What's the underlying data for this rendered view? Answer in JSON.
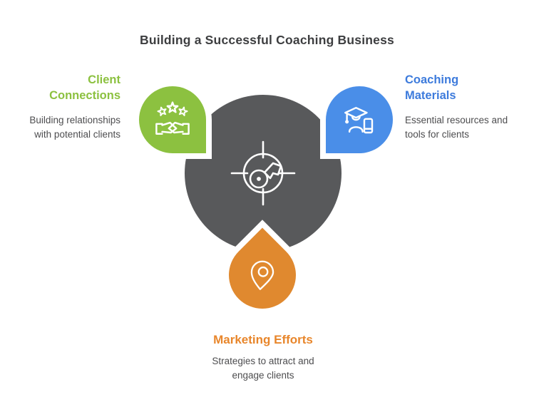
{
  "title": "Building a Successful Coaching Business",
  "center": {
    "icon": "target-key-icon",
    "color": "#58595B"
  },
  "nodes": [
    {
      "id": "client-connections",
      "label": "Client Connections",
      "description": "Building relationships with potential clients",
      "color": "#8CC140",
      "icon": "stars-handshake-icon",
      "position": "top-left"
    },
    {
      "id": "coaching-materials",
      "label": "Coaching Materials",
      "description": "Essential resources and tools for clients",
      "color": "#4A8EE8",
      "icon": "graduate-phone-icon",
      "position": "top-right"
    },
    {
      "id": "marketing-efforts",
      "label": "Marketing Efforts",
      "description": "Strategies to attract and engage clients",
      "color": "#E0892F",
      "icon": "location-pin-icon",
      "position": "bottom"
    }
  ],
  "colors": {
    "background": "#FFFFFF",
    "title_text": "#3D3E40",
    "body_text": "#4D4D4F"
  }
}
